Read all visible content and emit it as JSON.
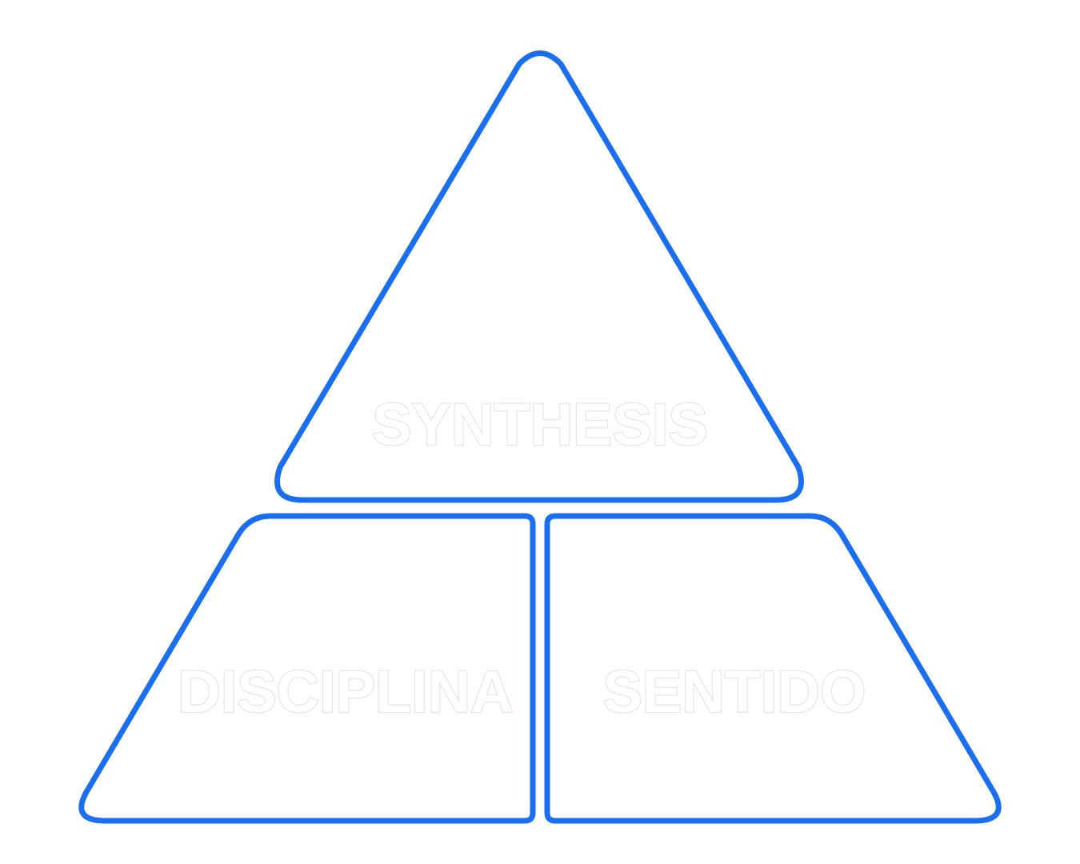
{
  "diagram": {
    "colors": {
      "outline": "#1a6ef2",
      "fill": "#ffffff",
      "label_fill": "#ffffff",
      "label_outline": "#e6e6e6"
    },
    "sections": {
      "top": {
        "label": "SYNTHESIS"
      },
      "bottom_left": {
        "label": "DISCIPLINA"
      },
      "bottom_right": {
        "label": "SENTIDO"
      }
    }
  }
}
